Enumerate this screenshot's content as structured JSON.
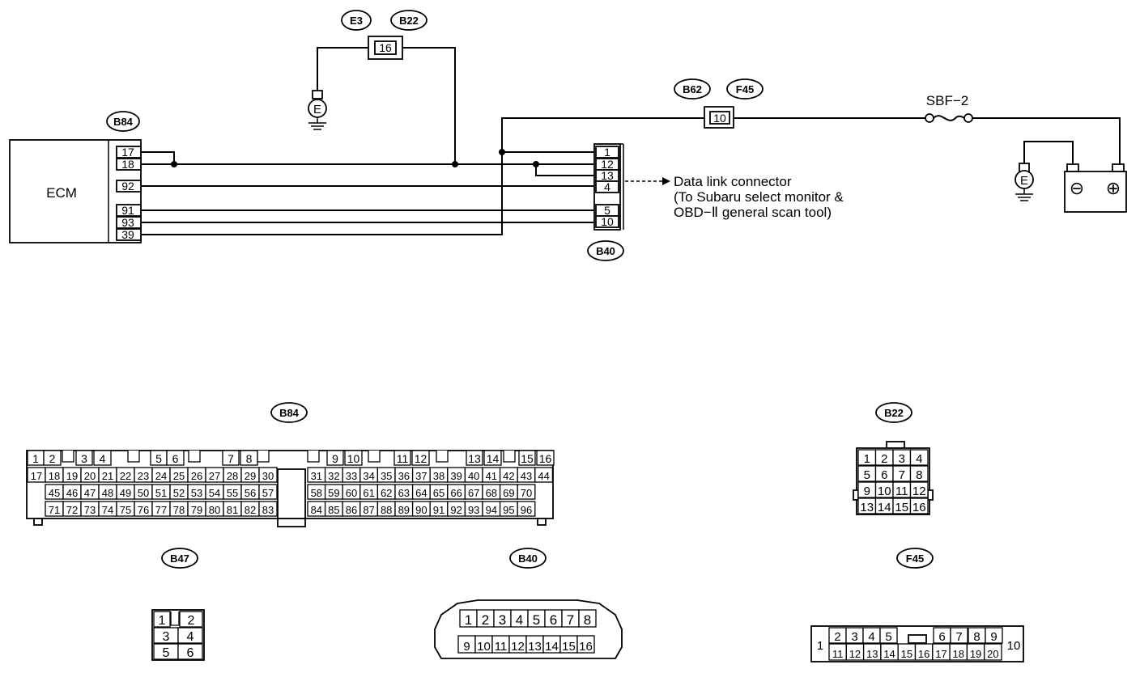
{
  "title_tags": {
    "e3": "E3",
    "b22": "B22",
    "b62": "B62",
    "f45": "F45",
    "b84": "B84",
    "b40": "B40"
  },
  "ecm": {
    "label": "ECM",
    "pins": [
      "17",
      "18",
      "92",
      "91",
      "93",
      "39"
    ]
  },
  "b22_inline_pin": "16",
  "f45_inline_pin": "10",
  "ground_label": "E",
  "fuse_label": "SBF−2",
  "battery": {
    "minus": "⊖",
    "plus": "⊕"
  },
  "dlc": {
    "pins": [
      "1",
      "12",
      "13",
      "4",
      "5",
      "10"
    ],
    "description": [
      "Data link connector",
      "(To Subaru select monitor &",
      "OBD−Ⅱ general scan tool)"
    ]
  },
  "connector_views": {
    "b84": {
      "label": "B84",
      "row1": [
        "1",
        "2",
        "3",
        "4",
        "5",
        "6",
        "7",
        "8",
        "9",
        "10",
        "11",
        "12",
        "13",
        "14",
        "15",
        "16"
      ],
      "row2": [
        "17",
        "18",
        "19",
        "20",
        "21",
        "22",
        "23",
        "24",
        "25",
        "26",
        "27",
        "28",
        "29",
        "30",
        "31",
        "32",
        "33",
        "34",
        "35",
        "36",
        "37",
        "38",
        "39",
        "40",
        "41",
        "42",
        "43",
        "44"
      ],
      "row3": [
        "45",
        "46",
        "47",
        "48",
        "49",
        "50",
        "51",
        "52",
        "53",
        "54",
        "55",
        "56",
        "57",
        "58",
        "59",
        "60",
        "61",
        "62",
        "63",
        "64",
        "65",
        "66",
        "67",
        "68",
        "69",
        "70"
      ],
      "row4": [
        "71",
        "72",
        "73",
        "74",
        "75",
        "76",
        "77",
        "78",
        "79",
        "80",
        "81",
        "82",
        "83",
        "84",
        "85",
        "86",
        "87",
        "88",
        "89",
        "90",
        "91",
        "92",
        "93",
        "94",
        "95",
        "96"
      ]
    },
    "b22": {
      "label": "B22",
      "rows": [
        [
          "1",
          "2",
          "3",
          "4"
        ],
        [
          "5",
          "6",
          "7",
          "8"
        ],
        [
          "9",
          "10",
          "11",
          "12"
        ],
        [
          "13",
          "14",
          "15",
          "16"
        ]
      ]
    },
    "b47": {
      "label": "B47",
      "rows": [
        [
          "1",
          "2"
        ],
        [
          "3",
          "4"
        ],
        [
          "5",
          "6"
        ]
      ]
    },
    "b40": {
      "label": "B40",
      "rows": [
        [
          "1",
          "2",
          "3",
          "4",
          "5",
          "6",
          "7",
          "8"
        ],
        [
          "9",
          "10",
          "11",
          "12",
          "13",
          "14",
          "15",
          "16"
        ]
      ]
    },
    "f45": {
      "label": "F45",
      "left": "1",
      "right": "10",
      "row1": [
        "2",
        "3",
        "4",
        "5",
        "6",
        "7",
        "8",
        "9"
      ],
      "row2": [
        "11",
        "12",
        "13",
        "14",
        "15",
        "16",
        "17",
        "18",
        "19",
        "20"
      ]
    }
  }
}
